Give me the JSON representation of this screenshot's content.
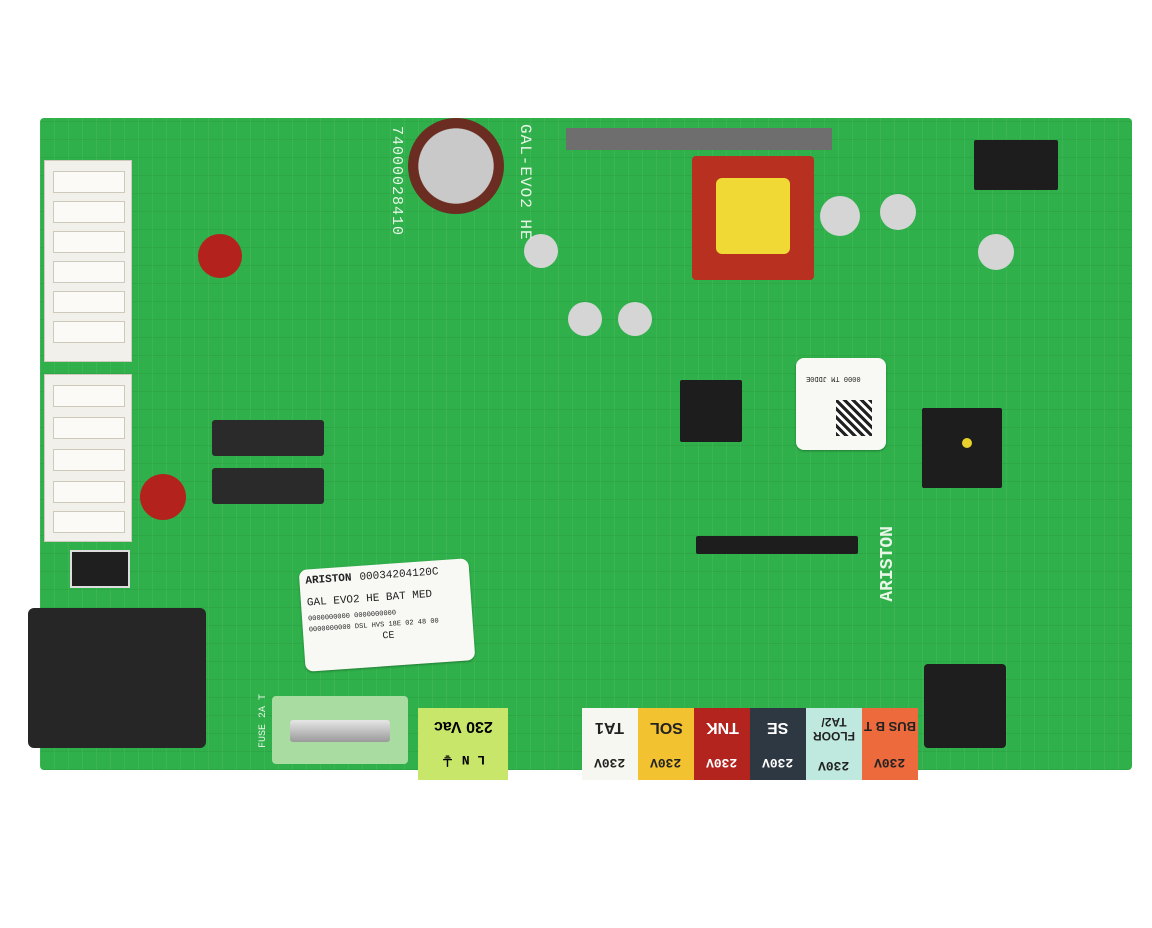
{
  "image": {
    "subject": "Ariston boiler main control PCB",
    "board_color": "#2fb04a"
  },
  "silkscreen": {
    "board_model": "GAL-EVO2 HE",
    "part_number": "74000028410",
    "brand_vertical": "ARISTON",
    "fuse_label": "FUSE 2A T"
  },
  "sticker_main": {
    "brand": "ARISTON",
    "serial": "00034204120C",
    "model": "GAL EVO2 HE BAT MED",
    "line3": "0000000000 0000000000",
    "line4": "0000000000 DSL HVS 18E 02 48 00",
    "cert": "CE"
  },
  "sticker_qr": {
    "code": "0000 TM JDD0E"
  },
  "terminals": [
    {
      "label": "230 Vac",
      "sub": "L N ⏚",
      "color": "#c8e66a"
    },
    {
      "label": "TA1",
      "sub": "230V",
      "color": "#f7f7f2"
    },
    {
      "label": "SOL",
      "sub": "230V",
      "color": "#f2c230"
    },
    {
      "label": "TNK",
      "sub": "230V",
      "color": "#b3241f"
    },
    {
      "label": "SE",
      "sub": "230V",
      "color": "#2e3842"
    },
    {
      "label": "FLOOR TA2/",
      "sub": "230V",
      "color": "#bfe9de"
    },
    {
      "label": "BUS B T",
      "sub": "230V",
      "color": "#ec6a3c"
    }
  ]
}
